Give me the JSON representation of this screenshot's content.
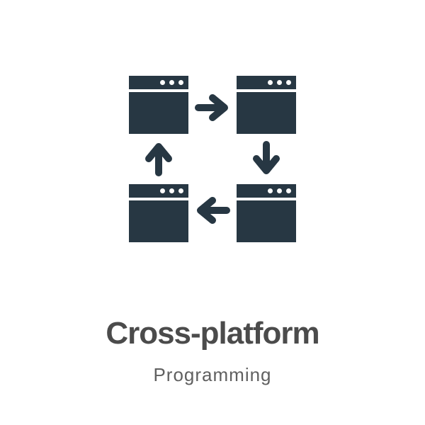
{
  "page": {
    "background_color": "#ffffff"
  },
  "icon": {
    "semantic": "cross-platform-cycle-icon",
    "description": "four application windows in a square connected by clockwise arrows",
    "color": "#273743",
    "dot_color": "#ffffff",
    "windows": [
      {
        "position": "top-left",
        "titlebar_dots": 3
      },
      {
        "position": "top-right",
        "titlebar_dots": 3
      },
      {
        "position": "bottom-left",
        "titlebar_dots": 3
      },
      {
        "position": "bottom-right",
        "titlebar_dots": 3
      }
    ],
    "arrows": [
      {
        "direction": "right",
        "from": "top-left",
        "to": "top-right"
      },
      {
        "direction": "down",
        "from": "top-right",
        "to": "bottom-right"
      },
      {
        "direction": "left",
        "from": "bottom-right",
        "to": "bottom-left"
      },
      {
        "direction": "up",
        "from": "bottom-left",
        "to": "top-left"
      }
    ]
  },
  "title": {
    "text": "Cross-platform",
    "color": "#4b4b4b"
  },
  "subtitle": {
    "text": "Programming",
    "color": "#606060"
  }
}
